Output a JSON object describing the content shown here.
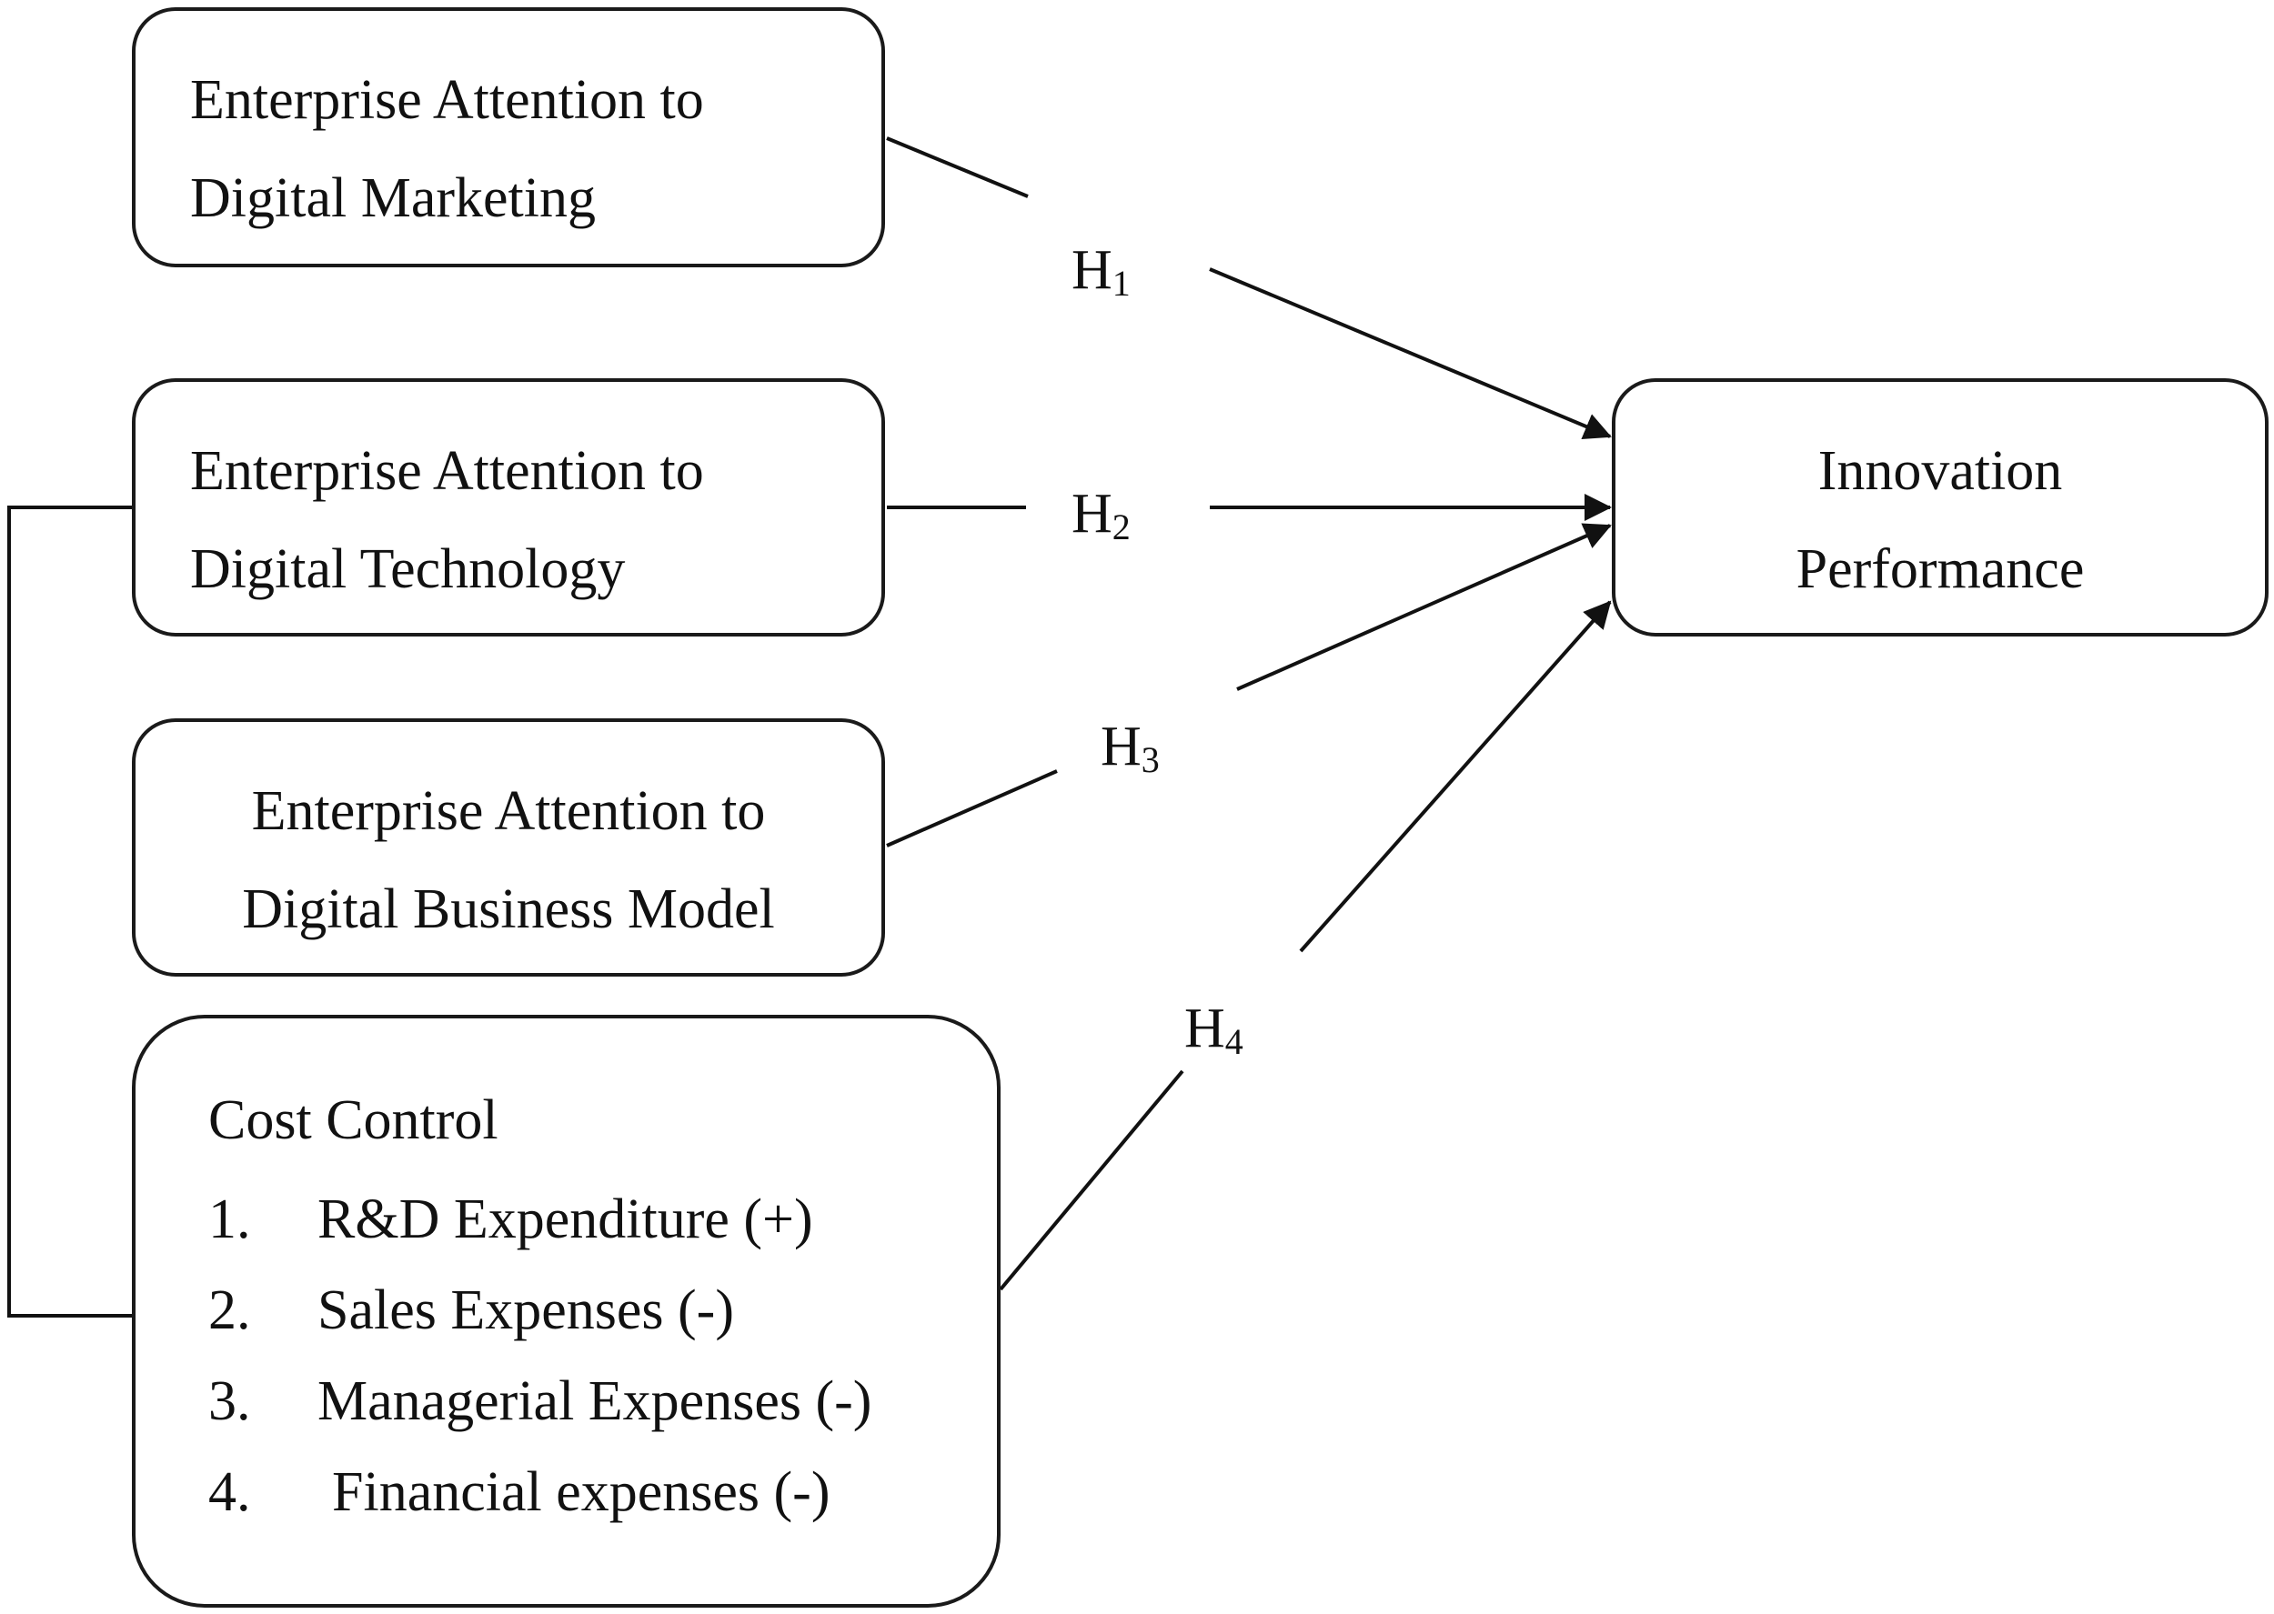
{
  "boxes": {
    "marketing": {
      "line1": "Enterprise Attention to",
      "line2": "Digital Marketing"
    },
    "technology": {
      "line1": "Enterprise Attention to",
      "line2": "Digital Technology"
    },
    "business_model": {
      "line1": "Enterprise Attention to",
      "line2": "Digital Business Model"
    },
    "innovation": {
      "line1": "Innovation",
      "line2": "Performance"
    },
    "cost_control": {
      "title": "Cost Control",
      "items": [
        {
          "num": "1.",
          "text": "R&D Expenditure (+)"
        },
        {
          "num": "2.",
          "text": "Sales Expenses (-)"
        },
        {
          "num": "3.",
          "text": "Managerial Expenses (-)"
        },
        {
          "num": "4.",
          "text": "Financial expenses (-)"
        }
      ]
    }
  },
  "hypotheses": {
    "h1": {
      "letter": "H",
      "sub": "1"
    },
    "h2": {
      "letter": "H",
      "sub": "2"
    },
    "h3": {
      "letter": "H",
      "sub": "3"
    },
    "h4": {
      "letter": "H",
      "sub": "4"
    }
  }
}
